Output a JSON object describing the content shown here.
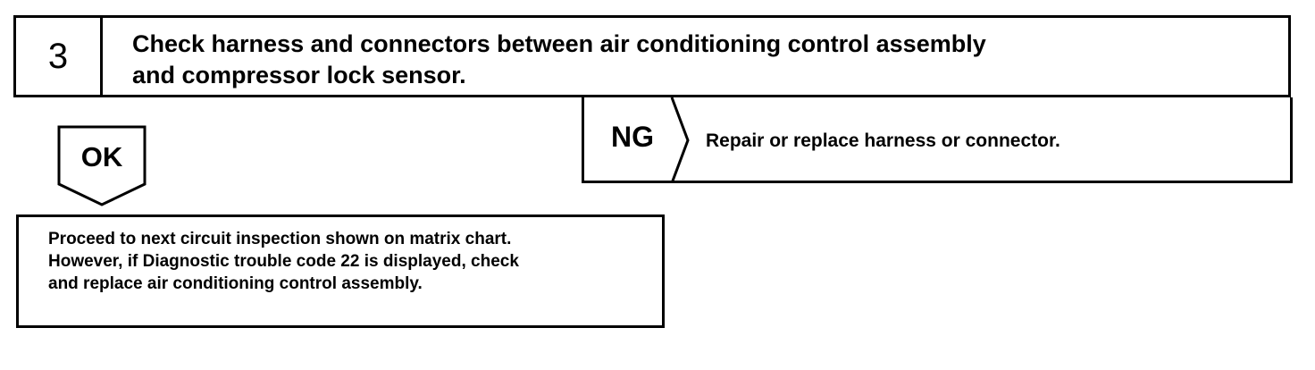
{
  "step": {
    "number": "3",
    "title": "Check harness and connectors between air conditioning control assembly\nand compressor lock sensor."
  },
  "ok_branch": {
    "label": "OK",
    "result": "Proceed to next circuit inspection shown on matrix chart.\nHowever, if Diagnostic trouble code 22 is displayed, check\nand replace air conditioning control assembly."
  },
  "ng_branch": {
    "label": "NG",
    "action": "Repair or replace harness or connector."
  }
}
